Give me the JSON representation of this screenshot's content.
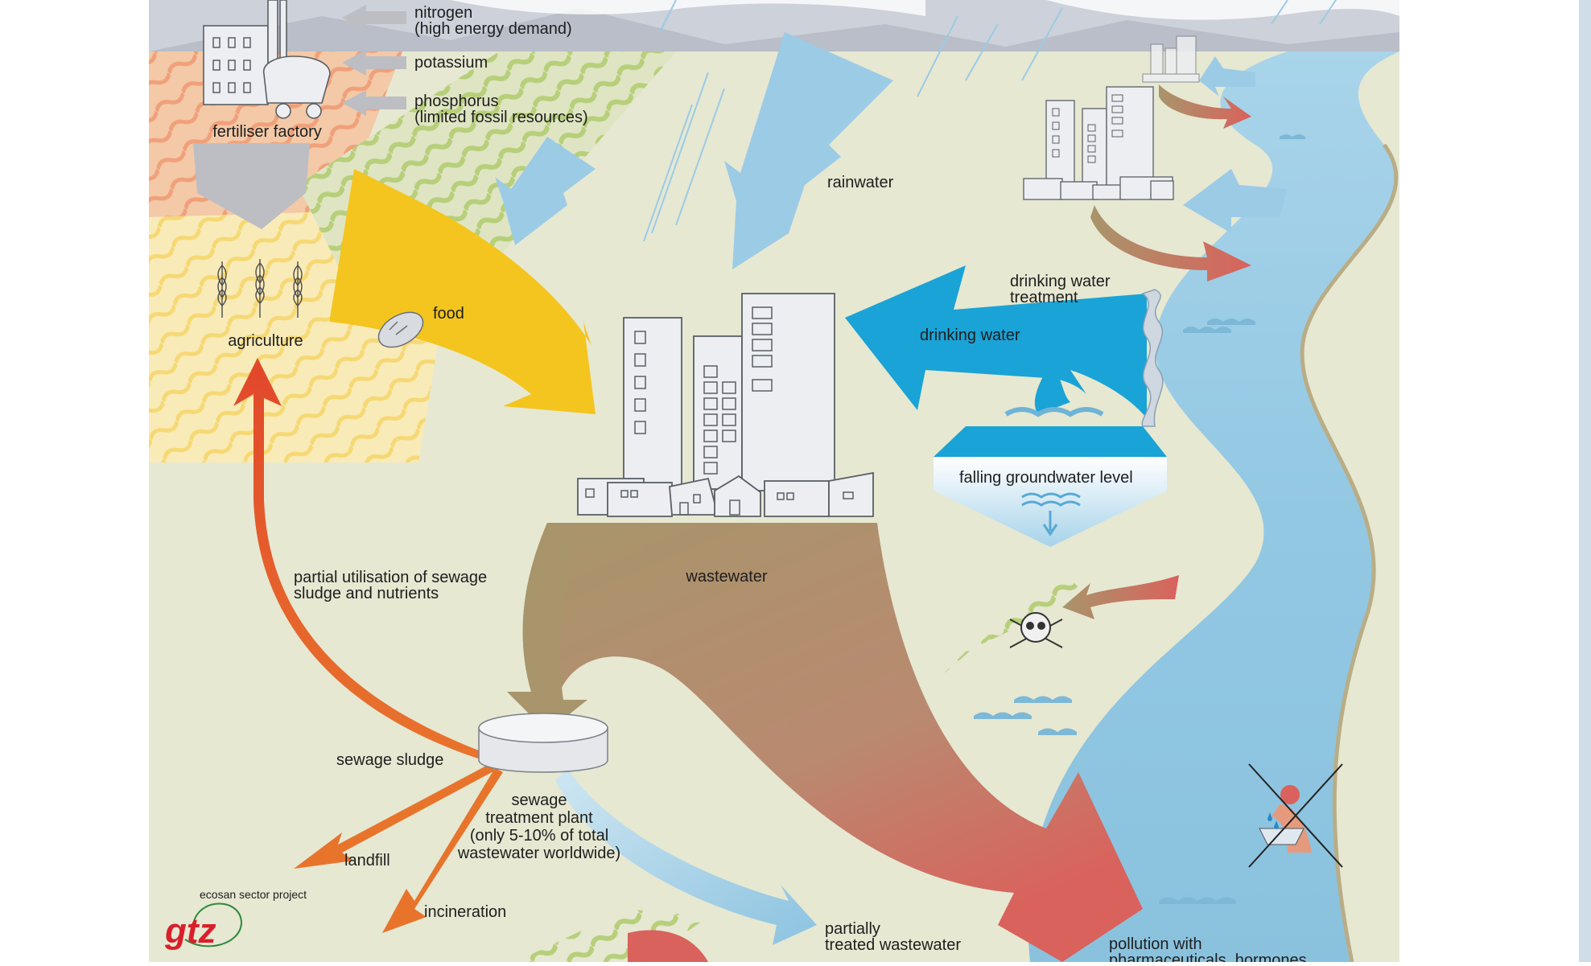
{
  "labels": {
    "nitrogen": [
      "nitrogen",
      "(high energy demand)"
    ],
    "potassium": [
      "potassium"
    ],
    "phosphorus": [
      "phosphorus",
      "(limited fossil resources)"
    ],
    "fertiliser_factory": [
      "fertiliser factory"
    ],
    "rainwater": [
      "rainwater"
    ],
    "agriculture": [
      "agriculture"
    ],
    "food": [
      "food"
    ],
    "drinking_water_treatment": [
      "drinking water",
      "treatment"
    ],
    "drinking_water": [
      "drinking water"
    ],
    "falling_groundwater": [
      "falling groundwater level"
    ],
    "partial_utilisation": [
      "partial utilisation of sewage",
      "sludge and nutrients"
    ],
    "wastewater": [
      "wastewater"
    ],
    "sewage_sludge": [
      "sewage sludge"
    ],
    "sewage_treatment_plant": [
      "sewage",
      "treatment plant",
      "(only 5-10% of total",
      "wastewater worldwide)"
    ],
    "landfill": [
      "landfill"
    ],
    "incineration": [
      "incineration"
    ],
    "partially_treated": [
      "partially",
      "treated wastewater"
    ],
    "pollution": [
      "pollution with",
      "pharmaceuticals, hormones"
    ],
    "ecosan": [
      "ecosan sector project"
    ],
    "gtz_logo": "gtz"
  },
  "colors": {
    "background": "#e6e8d2",
    "sky": "#cdd1d9",
    "yellow_food": "#f4c51f",
    "orange_sludge": "#e8742c",
    "blue_drinking": "#1aa3d6",
    "light_blue_rain": "#9ccbe6",
    "brown_wastewater": "#a8956b",
    "red_pollution": "#d9625c",
    "river": "#9fcde3",
    "gtz_red": "#d8202a",
    "gtz_green": "#2e8b3d"
  },
  "icons": [
    "factory-icon",
    "wheat-icon",
    "bread-icon",
    "city-buildings-icon",
    "skull-icon",
    "sewage-tank-icon",
    "no-drinking-icon",
    "gtz-logo"
  ]
}
